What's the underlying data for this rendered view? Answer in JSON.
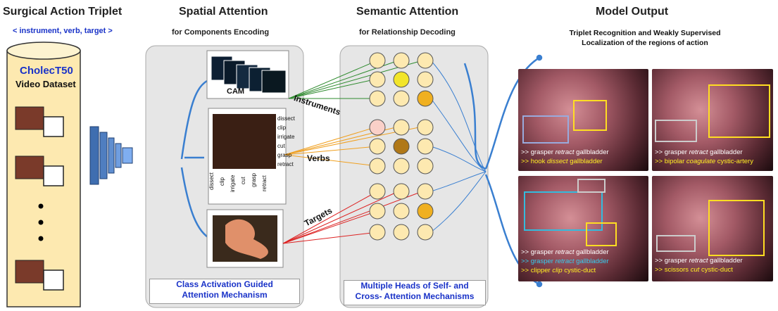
{
  "col1": {
    "title": "Surgical Action Triplet",
    "subtitle": "< instrument, verb, target >",
    "dataset_name": "CholecT50",
    "dataset_label": "Video Dataset"
  },
  "col2": {
    "title": "Spatial Attention",
    "subtitle": "for Components Encoding",
    "cam_label": "CAM",
    "verb_ticks": [
      "dissect",
      "clip",
      "irrigate",
      "cut",
      "grasp",
      "retract"
    ],
    "caption_line1": "Class Activation Guided",
    "caption_line2": "Attention Mechanism"
  },
  "col3": {
    "title": "Semantic Attention",
    "subtitle": "for Relationship Decoding",
    "caption_line1": "Multiple Heads of Self- and",
    "caption_line2": "Cross- Attention Mechanisms",
    "labels": {
      "instruments": "Instruments",
      "verbs": "Verbs",
      "targets": "Targets"
    }
  },
  "col4": {
    "title": "Model Output",
    "subtitle_line1": "Triplet Recognition and Weakly Supervised",
    "subtitle_line2": "Localization of the regions of action",
    "panels": [
      {
        "lines": [
          {
            "prefix": ">> grasper ",
            "verb": "retract",
            "suffix": " gallbladder",
            "color": "w"
          },
          {
            "prefix": ">> hook ",
            "verb": "dissect",
            "suffix": " gallbladder",
            "color": "y"
          }
        ]
      },
      {
        "lines": [
          {
            "prefix": ">> grasper ",
            "verb": "retract",
            "suffix": " gallbladder",
            "color": "w"
          },
          {
            "prefix": ">> bipolar ",
            "verb": "coagulate",
            "suffix": " cystic-artery",
            "color": "y"
          }
        ]
      },
      {
        "lines": [
          {
            "prefix": ">> grasper ",
            "verb": "retract",
            "suffix": " gallbladder",
            "color": "w"
          },
          {
            "prefix": ">> grasper ",
            "verb": "retract",
            "suffix": " gallbladder",
            "color": "c"
          },
          {
            "prefix": ">> clipper ",
            "verb": "clip",
            "suffix": " cystic-duct",
            "color": "y"
          }
        ]
      },
      {
        "lines": [
          {
            "prefix": ">> grasper ",
            "verb": "retract",
            "suffix": " gallbladder",
            "color": "w"
          },
          {
            "prefix": ">> scissors ",
            "verb": "cut",
            "suffix": " cystic-duct",
            "color": "y"
          }
        ]
      }
    ]
  },
  "colors": {
    "accent_blue": "#1a33c8",
    "instrument_line": "#2e8b2e",
    "verb_line": "#f0a020",
    "target_line": "#dd2222",
    "flow_blue": "#3a7fd0"
  }
}
